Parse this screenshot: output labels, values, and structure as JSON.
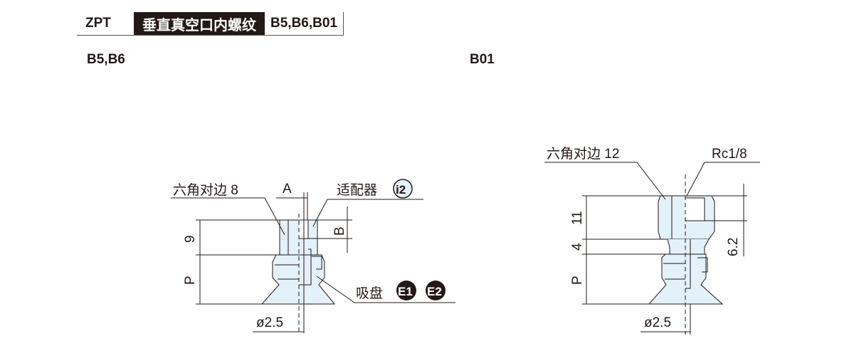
{
  "header": {
    "series": "ZPT",
    "title": "垂直真空口内螺纹",
    "models": "B5,B6,B01"
  },
  "left": {
    "section_label": "B5,B6",
    "hex_label": "六角对边 8",
    "dim_a": "A",
    "dim_b": "B",
    "adapter_label": "适配器",
    "adapter_badge": "i2",
    "pad_label": "吸盘",
    "pad_badges": [
      "E1",
      "E2"
    ],
    "dim_height": "9",
    "dim_p": "P",
    "dim_dia": "ø2.5"
  },
  "right": {
    "section_label": "B01",
    "hex_label": "六角对边 12",
    "thread_label": "Rc1/8",
    "dim_height": "11",
    "dim_neck": "4",
    "dim_p": "P",
    "dim_thread_depth": "6.2",
    "dim_dia": "ø2.5"
  },
  "colors": {
    "body_fill": "#e3f1fa",
    "line": "#231815",
    "badge": "#231815"
  }
}
